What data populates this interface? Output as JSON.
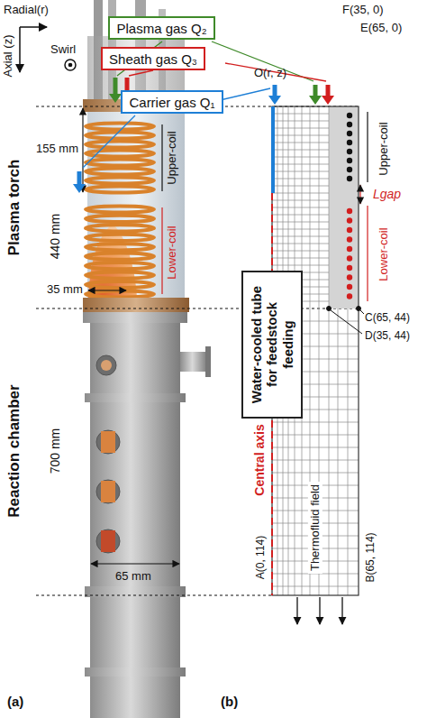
{
  "diagram": {
    "nodes": [
      {
        "text": [
          "Plasma gas Q₂"
        ]
      },
      {
        "text": [
          "Sheath gas Q₃"
        ]
      },
      {
        "text": [
          "Carrier gas Q₁"
        ]
      },
      {
        "text": [
          "Water-cooled tube for feedstock feeding"
        ]
      }
    ],
    "labels": [
      "Radial(r)",
      "Axial (z)",
      "Swirl",
      "155 mm",
      "Upper-coil",
      "Lower-coil",
      "440 mm",
      "35 mm",
      "Plasma torch",
      "Reaction chamber",
      "700 mm",
      "65 mm",
      "(a)",
      "O(r, z)",
      "F(35, 0)",
      "E(65, 0)",
      "Upper-coil",
      "Lgap",
      "Lower-coil",
      "Central axis",
      "C(65, 44)",
      "D(35, 44)",
      "Thermofluid field",
      "A(0, 114)",
      "B(65, 114)",
      "(b)"
    ]
  }
}
